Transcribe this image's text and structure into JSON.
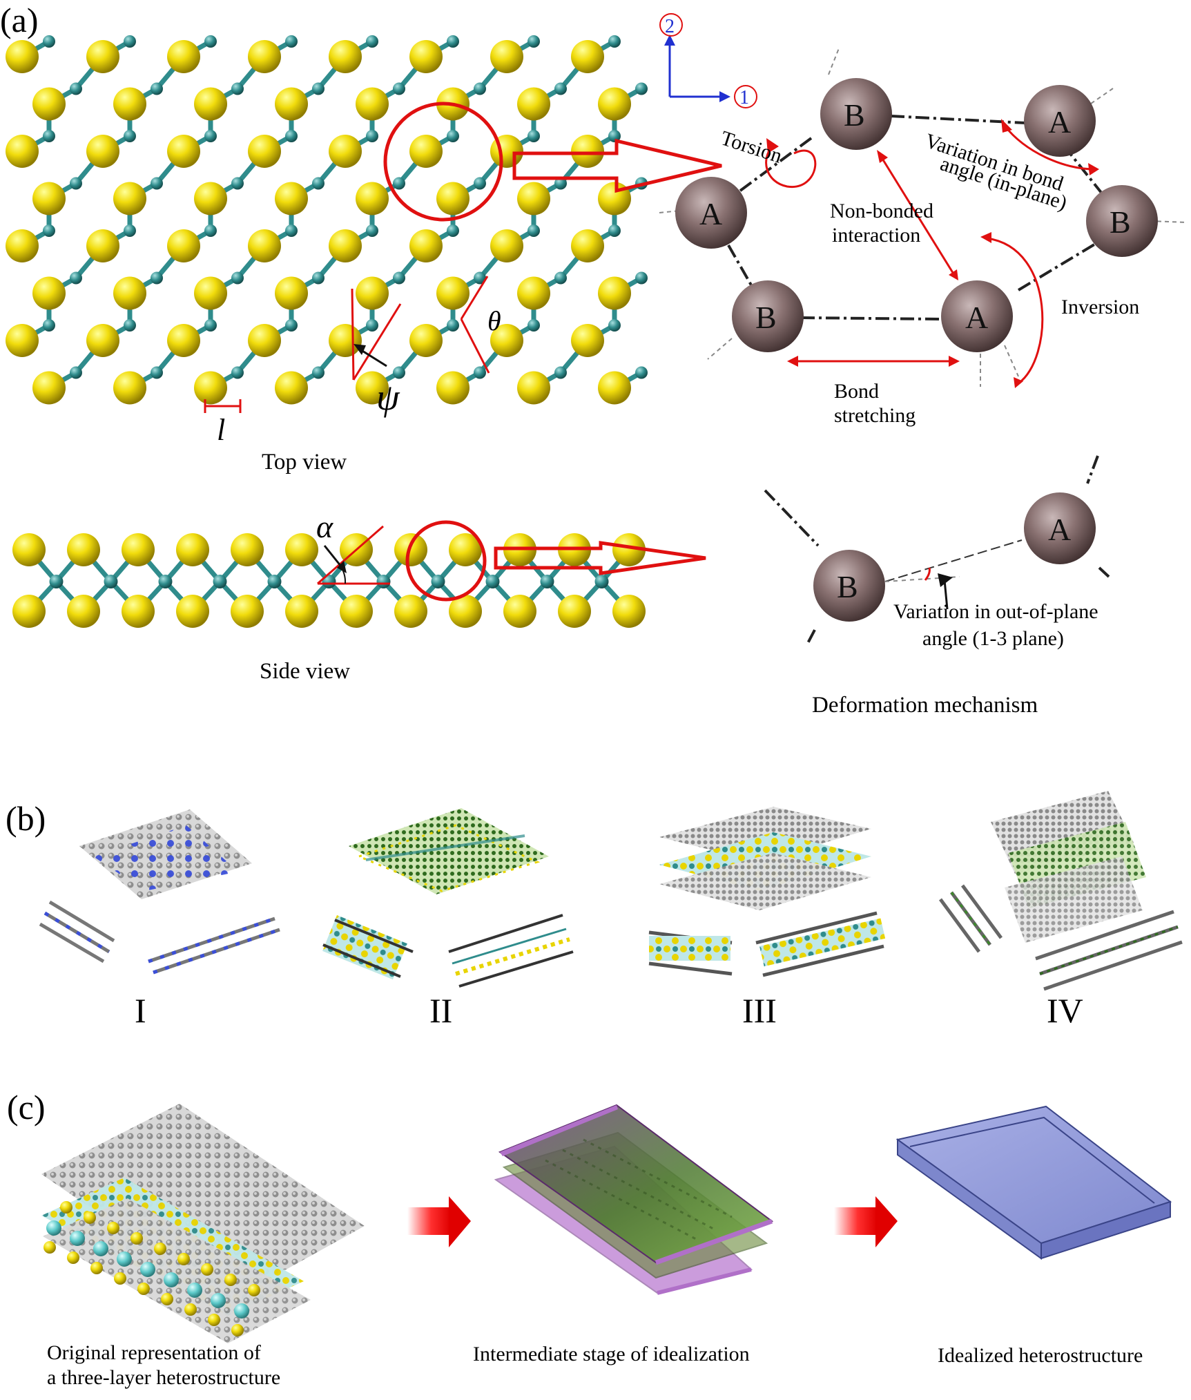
{
  "panel_a": {
    "label": "(a)",
    "top_view": "Top view",
    "side_view": "Side view",
    "bond_length_symbol": "l",
    "psi_symbol": "ψ",
    "theta_symbol": "θ",
    "alpha_symbol": "α",
    "axis_1": "1",
    "axis_2": "2",
    "atom_a": "A",
    "atom_b": "B",
    "torsion": "Torsion",
    "bond_angle_line1": "Variation in bond",
    "bond_angle_line2": "angle (in-plane)",
    "nonbonded_line1": "Non-bonded",
    "nonbonded_line2": "interaction",
    "inversion": "Inversion",
    "stretch_line1": "Bond",
    "stretch_line2": "stretching",
    "outplane_line1": "Variation in out-of-plane",
    "outplane_line2": "angle (1-3 plane)",
    "deformation": "Deformation mechanism"
  },
  "panel_b": {
    "label": "(b)",
    "romans": [
      "I",
      "II",
      "III",
      "IV"
    ]
  },
  "panel_c": {
    "label": "(c)",
    "cap1_line1": "Original representation of",
    "cap1_line2": "a three-layer heterostructure",
    "cap2": "Intermediate stage of idealization",
    "cap3": "Idealized heterostructure"
  },
  "colors": {
    "sulfur": "#e8d400",
    "metal": "#2f8c8c",
    "carbon": "#9a9a9a",
    "nitrogen": "#3b4fd8",
    "green_layer": "#3c8a2a",
    "cyan_atom": "#5cc9c9",
    "red": "#e01010",
    "blue_axis": "#2030d0",
    "slab": "#8d96d8",
    "purple_layer": "#a24cc0"
  }
}
